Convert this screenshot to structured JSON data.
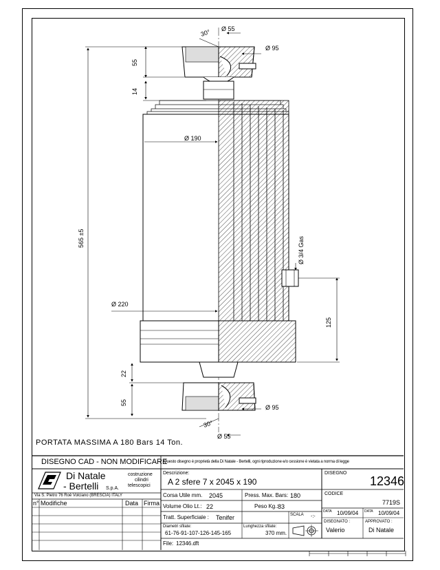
{
  "dimensions": {
    "d55_top": "Ø 55",
    "d95_top": "Ø 95",
    "angle_top": "30°",
    "h55_top": "55",
    "h14": "14",
    "d190": "Ø 190",
    "length": "565 ±5",
    "gas": "Ø 3/4 Gas",
    "d220": "Ø 220",
    "h125": "125",
    "h22": "22",
    "h55_bottom": "55",
    "d95_bottom": "Ø 95",
    "angle_bottom": "30°",
    "d55_bottom": "Ø 55"
  },
  "capacity_note": "PORTATA MASSIMA A 180 Bars 14 Ton.",
  "title_block": {
    "cad_notice": "DISEGNO CAD - NON MODIFICARE",
    "ownership_notice": "Questo disegno è proprietà della Di Natale - Bertelli, ogni riproduzione e/o cessione è vietata a norma di legge",
    "company_name_1": "Di Natale",
    "company_name_2": "- Bertelli",
    "company_suffix": "S.p.A.",
    "company_desc_1": "costruzione",
    "company_desc_2": "cilindri",
    "company_desc_3": "telescopici",
    "address": "Via S. Pietro 76   Roè Volciano  (BRESCIA)  ITALY",
    "rev_no": "n°",
    "rev_changes": "Modifiche",
    "rev_date": "Data",
    "rev_sign": "Firma",
    "desc_label": "Descrizione:",
    "desc_value": "A 2 sfere  7 x 2045 x 190",
    "stroke_label": "Corsa Utile mm.",
    "stroke_value": "2045",
    "press_label": "Press. Max. Bars:",
    "press_value": "180",
    "oil_label": "Volume Olio Lt.:",
    "oil_value": "22",
    "weight_label": "Peso Kg.:",
    "weight_value": "83",
    "surface_label": "Tratt. Superficiale :",
    "surface_value": "Tenifer",
    "scale_label": "SCALA",
    "scale_value": "-:-",
    "diam_label": "Diametri sfilate:",
    "diam_value": "61-76-91-107-126-145-165",
    "len_label": "Lunghezza sfilate:",
    "len_value": "370 mm.",
    "file_label": "File:",
    "file_value": "12346.dft",
    "drawing_label": "DISEGNO",
    "drawing_value": "12346",
    "code_label": "CODICE",
    "code_value": "7719S",
    "date_label_1": "DATA",
    "date_value_1": "10/09/04",
    "date_label_2": "DATA",
    "date_value_2": "10/09/04",
    "drawn_label": "DISEGNATO :",
    "drawn_value": "Valerio",
    "approved_label": "APPROVATO :",
    "approved_value": "Di Natale"
  }
}
